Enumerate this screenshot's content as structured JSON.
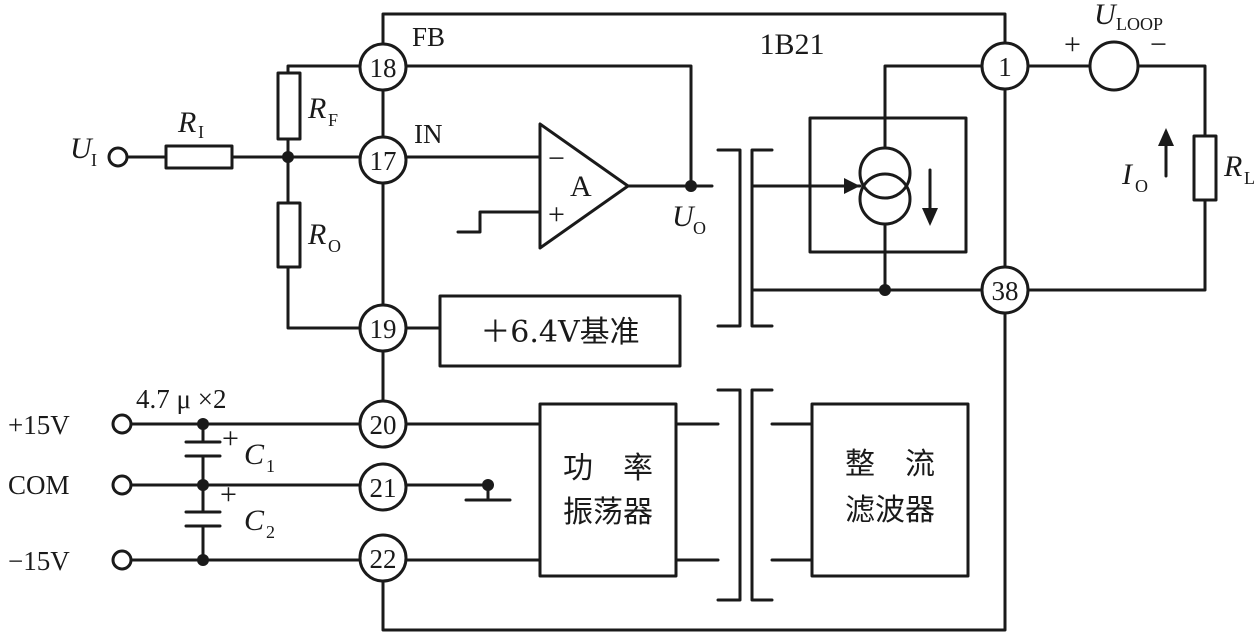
{
  "chip_name": "1B21",
  "pins": {
    "p18": "18",
    "p17": "17",
    "p19": "19",
    "p20": "20",
    "p21": "21",
    "p22": "22",
    "p1": "1",
    "p38": "38"
  },
  "pin_labels": {
    "fb": "FB",
    "in": "IN"
  },
  "components": {
    "ri": "R",
    "ri_sub": "I",
    "rf": "R",
    "rf_sub": "F",
    "ro": "R",
    "ro_sub": "O",
    "rl": "R",
    "rl_sub": "L",
    "c1": "C",
    "c1_sub": "1",
    "c2": "C",
    "c2_sub": "2",
    "cap_value": "4.7 μ ×2"
  },
  "signals": {
    "ui": "U",
    "ui_sub": "I",
    "uo": "U",
    "uo_sub": "O",
    "io": "I",
    "io_sub": "O",
    "uloop": "U",
    "uloop_sub": "LOOP"
  },
  "amplifier": {
    "label": "A",
    "minus": "−",
    "plus": "+"
  },
  "supplies": {
    "pos": "+15V",
    "com": "COM",
    "neg": "−15V"
  },
  "blocks": {
    "reference": "＋6.4V基准",
    "osc_line1": "功　率",
    "osc_line2": "振荡器",
    "rect_line1": "整　流",
    "rect_line2": "滤波器"
  },
  "polarity": {
    "plus": "+",
    "minus": "−"
  }
}
